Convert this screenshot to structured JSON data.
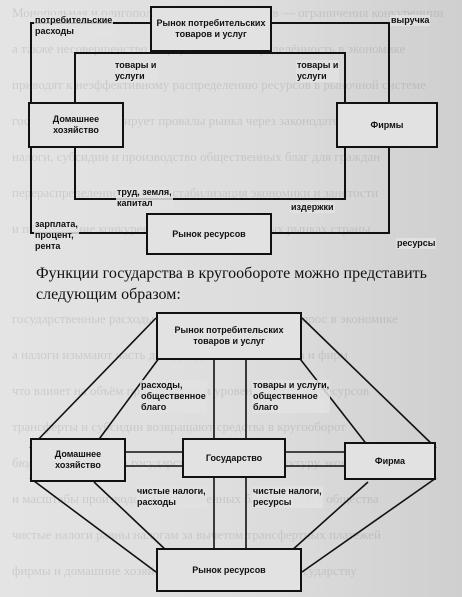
{
  "diagram1": {
    "market_goods": "Рынок потребительских\nтоваров и услуг",
    "household": "Домашнее\nхозяйство",
    "firms": "Фирмы",
    "market_resources": "Рынок ресурсов",
    "consumer_spending": "потребительские\nрасходы",
    "revenue": "выручка",
    "goods_services_left": "товары и\nуслуги",
    "goods_services_right": "товары и\nуслуги",
    "labor_land_capital": "труд, земля,\nкапитал",
    "costs": "издержки",
    "income": "зарплата,\nпроцент,\nрента",
    "resources": "ресурсы"
  },
  "caption": "Функции государства в кругообороте можно представить следующим образом:",
  "diagram2": {
    "market_goods": "Рынок потребительских\nтоваров и услуг",
    "household": "Домашнее\nхозяйство",
    "government": "Государство",
    "firm": "Фирма",
    "market_resources": "Рынок ресурсов",
    "spending_public_good": "расходы,\nобщественное\nблаго",
    "goods_services_public_good": "товары и услуги,\nобщественное\nблаго",
    "net_taxes_spending": "чистые налоги,\nрасходы",
    "net_taxes_resources": "чистые налоги,\nресурсы"
  }
}
